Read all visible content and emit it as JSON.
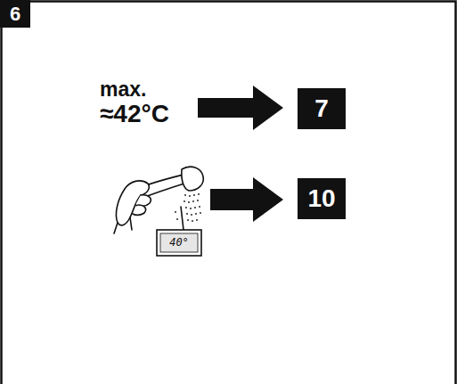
{
  "diagram": {
    "nodes": [
      {
        "text": [
          "6"
        ]
      },
      {
        "text": [
          "7"
        ]
      },
      {
        "text": [
          "10"
        ]
      }
    ],
    "labels": [
      "max. ≈42°C",
      "40°"
    ]
  }
}
